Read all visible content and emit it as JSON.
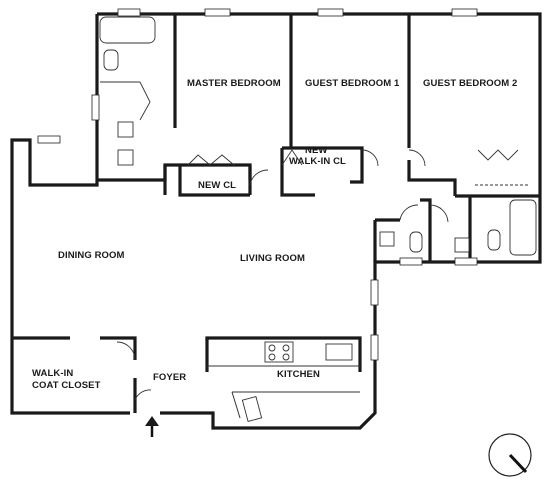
{
  "floorplan": {
    "rooms": {
      "master_bedroom": "MASTER BEDROOM",
      "guest_bedroom_1": "GUEST BEDROOM 1",
      "guest_bedroom_2": "GUEST BEDROOM 2",
      "new_closet": "NEW CL",
      "new_walkin_closet_line1": "NEW",
      "new_walkin_closet_line2": "WALK-IN CL",
      "dining_room": "DINING ROOM",
      "living_room": "LIVING ROOM",
      "walkin_coat_closet_line1": "WALK-IN",
      "walkin_coat_closet_line2": "COAT CLOSET",
      "foyer": "FOYER",
      "kitchen": "KITCHEN"
    },
    "icons": {
      "entry": "entry-arrow-icon",
      "compass": "compass-icon"
    }
  }
}
